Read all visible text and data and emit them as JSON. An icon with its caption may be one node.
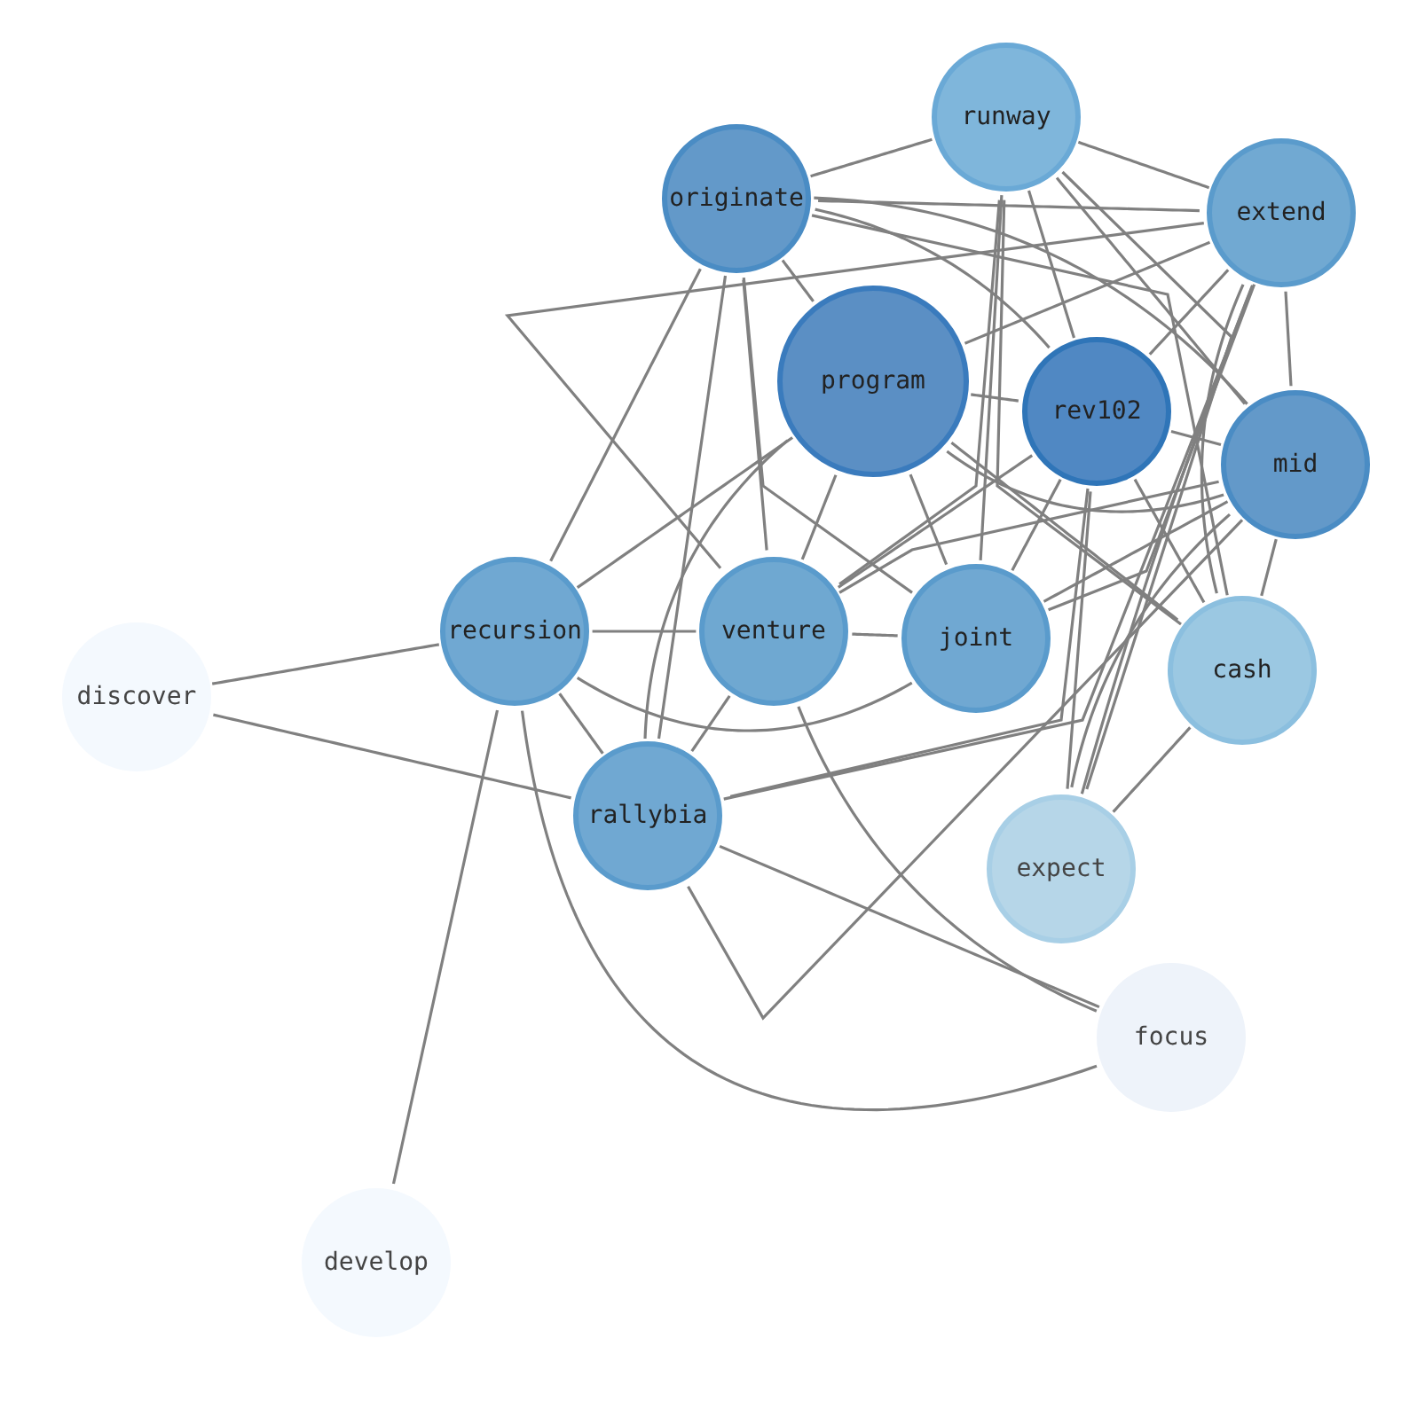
{
  "diagram": {
    "nodes": [
      {
        "text": [
          "runway"
        ]
      },
      {
        "text": [
          "originate"
        ]
      },
      {
        "text": [
          "extend"
        ]
      },
      {
        "text": [
          "program"
        ]
      },
      {
        "text": [
          "rev102"
        ]
      },
      {
        "text": [
          "mid"
        ]
      },
      {
        "text": [
          "recursion"
        ]
      },
      {
        "text": [
          "venture"
        ]
      },
      {
        "text": [
          "joint"
        ]
      },
      {
        "text": [
          "cash"
        ]
      },
      {
        "text": [
          "discover"
        ]
      },
      {
        "text": [
          "rallybia"
        ]
      },
      {
        "text": [
          "expect"
        ]
      },
      {
        "text": [
          "focus"
        ]
      },
      {
        "text": [
          "develop"
        ]
      }
    ],
    "edges": [
      {
        "from": 10,
        "to": 6,
        "arrow": "none"
      },
      {
        "from": 10,
        "to": 11,
        "arrow": "none"
      },
      {
        "from": 14,
        "to": 6,
        "arrow": "none"
      },
      {
        "from": 6,
        "to": 1,
        "arrow": "none"
      },
      {
        "from": 6,
        "to": 3,
        "arrow": "none"
      },
      {
        "from": 6,
        "to": 7,
        "arrow": "none"
      },
      {
        "from": 6,
        "to": 8,
        "arrow": "none"
      },
      {
        "from": 6,
        "to": 11,
        "arrow": "none"
      },
      {
        "from": 6,
        "to": 13,
        "arrow": "none"
      },
      {
        "from": 11,
        "to": 13,
        "arrow": "none"
      },
      {
        "from": 11,
        "to": 1,
        "arrow": "none"
      },
      {
        "from": 11,
        "to": 3,
        "arrow": "none"
      },
      {
        "from": 11,
        "to": 4,
        "arrow": "none"
      },
      {
        "from": 11,
        "to": 2,
        "arrow": "none"
      },
      {
        "from": 11,
        "to": 7,
        "arrow": "none"
      },
      {
        "from": 11,
        "to": 5,
        "arrow": "none"
      },
      {
        "from": 7,
        "to": 1,
        "arrow": "none"
      },
      {
        "from": 7,
        "to": 3,
        "arrow": "none"
      },
      {
        "from": 7,
        "to": 4,
        "arrow": "none"
      },
      {
        "from": 7,
        "to": 2,
        "arrow": "none"
      },
      {
        "from": 7,
        "to": 5,
        "arrow": "none"
      },
      {
        "from": 7,
        "to": 8,
        "arrow": "none"
      },
      {
        "from": 7,
        "to": 13,
        "arrow": "none"
      },
      {
        "from": 7,
        "to": 0,
        "arrow": "none"
      },
      {
        "from": 1,
        "to": 0,
        "arrow": "none"
      },
      {
        "from": 1,
        "to": 2,
        "arrow": "none"
      },
      {
        "from": 1,
        "to": 3,
        "arrow": "none"
      },
      {
        "from": 1,
        "to": 4,
        "arrow": "none"
      },
      {
        "from": 1,
        "to": 5,
        "arrow": "none"
      },
      {
        "from": 1,
        "to": 8,
        "arrow": "none"
      },
      {
        "from": 1,
        "to": 9,
        "arrow": "none"
      },
      {
        "from": 3,
        "to": 4,
        "arrow": "none"
      },
      {
        "from": 3,
        "to": 5,
        "arrow": "none"
      },
      {
        "from": 3,
        "to": 8,
        "arrow": "none"
      },
      {
        "from": 3,
        "to": 9,
        "arrow": "none"
      },
      {
        "from": 3,
        "to": 2,
        "arrow": "none"
      },
      {
        "from": 0,
        "to": 2,
        "arrow": "none"
      },
      {
        "from": 0,
        "to": 5,
        "arrow": "none"
      },
      {
        "from": 0,
        "to": 4,
        "arrow": "none"
      },
      {
        "from": 0,
        "to": 8,
        "arrow": "none"
      },
      {
        "from": 0,
        "to": 9,
        "arrow": "none"
      },
      {
        "from": 0,
        "to": 12,
        "arrow": "none"
      },
      {
        "from": 2,
        "to": 5,
        "arrow": "none"
      },
      {
        "from": 2,
        "to": 4,
        "arrow": "none"
      },
      {
        "from": 2,
        "to": 9,
        "arrow": "none"
      },
      {
        "from": 2,
        "to": 12,
        "arrow": "none"
      },
      {
        "from": 2,
        "to": 8,
        "arrow": "none"
      },
      {
        "from": 4,
        "to": 5,
        "arrow": "none"
      },
      {
        "from": 4,
        "to": 8,
        "arrow": "none"
      },
      {
        "from": 4,
        "to": 12,
        "arrow": "none"
      },
      {
        "from": 4,
        "to": 9,
        "arrow": "none"
      },
      {
        "from": 5,
        "to": 9,
        "arrow": "none"
      },
      {
        "from": 5,
        "to": 12,
        "arrow": "none"
      },
      {
        "from": 5,
        "to": 8,
        "arrow": "none"
      },
      {
        "from": 9,
        "to": 12,
        "arrow": "none"
      }
    ]
  }
}
